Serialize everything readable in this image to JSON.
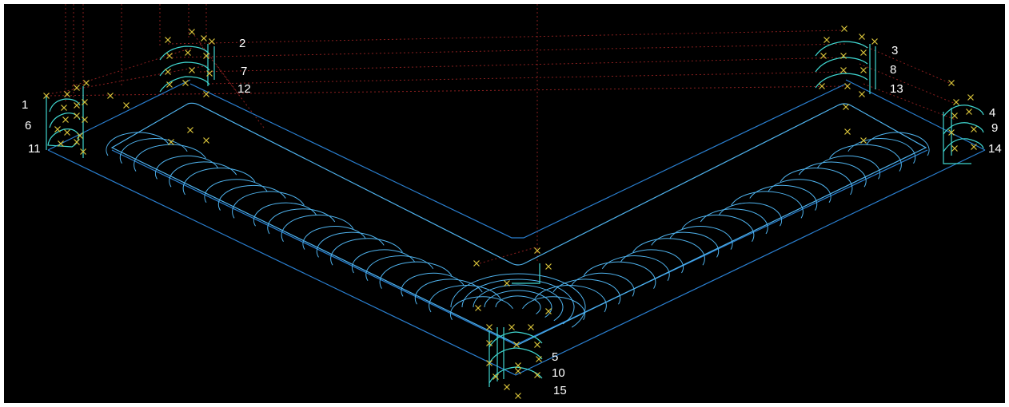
{
  "viewport": {
    "background": "#000000",
    "frame_color": "#ffffff",
    "colors": {
      "outline": "#2a7fd0",
      "toolpath": "#4fb3ee",
      "lead_moves": "#3fd6d0",
      "rapid_moves": "#8a1f1f",
      "point_markers": "#d8c23a",
      "label_text": "#ffffff"
    },
    "marker_icon": "x-cross-icon",
    "labels": {
      "l1": "1",
      "l2": "2",
      "l3": "3",
      "l4": "4",
      "l5": "5",
      "l6": "6",
      "l7": "7",
      "l8": "8",
      "l9": "9",
      "l10": "10",
      "l11": "11",
      "l12": "12",
      "l13": "13",
      "l14": "14",
      "l15": "15"
    }
  }
}
